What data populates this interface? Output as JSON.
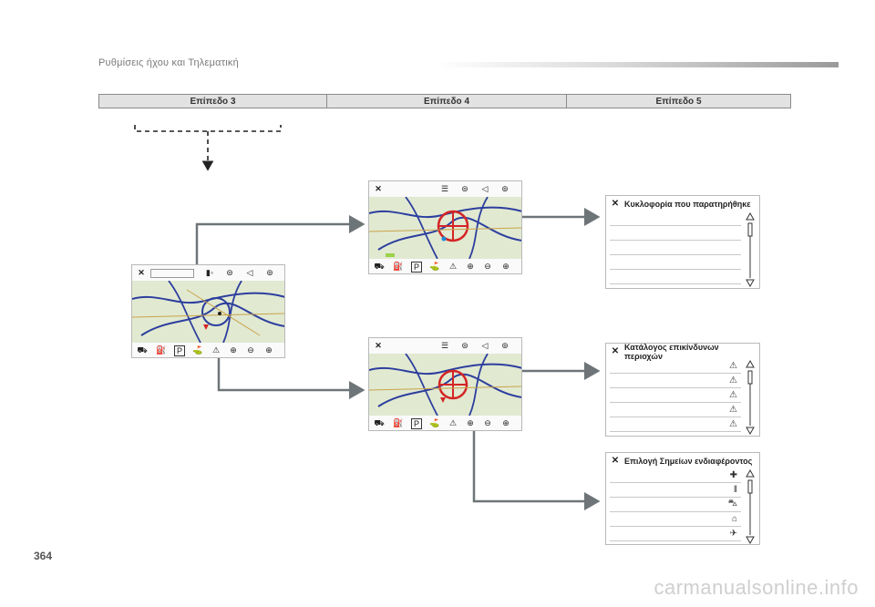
{
  "header": {
    "title": "Ρυθμίσεις ήχου και Τηλεματική"
  },
  "levels": [
    "Επίπεδο 3",
    "Επίπεδο 4",
    "Επίπεδο 5"
  ],
  "panels": {
    "traffic": {
      "title": "Κυκλοφορία που παρατηρήθηκε"
    },
    "danger": {
      "title": "Κατάλογος επικίνδυνων περιοχών"
    },
    "poi": {
      "title": "Επιλογή Σημείων ενδιαφέροντος"
    }
  },
  "toolbar": {
    "parking_label": "P"
  },
  "page_number": "364",
  "watermark": "carmanualsonline.info",
  "colors": {
    "connector": "#6e7578",
    "map_bg": "#e4ecd5",
    "road": "#2c3e9e",
    "traffic": "#d42525"
  }
}
